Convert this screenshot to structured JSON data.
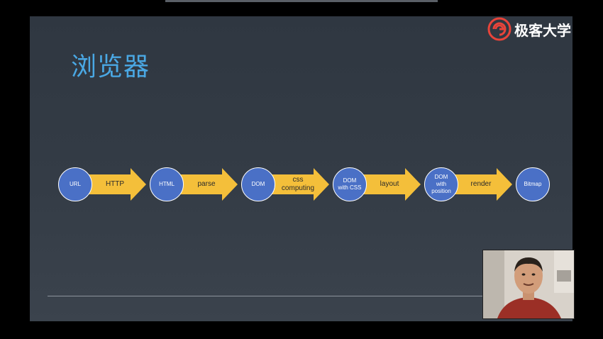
{
  "slide": {
    "title": "浏览器",
    "brand_name": "极客大学"
  },
  "pipeline": {
    "nodes": [
      "URL",
      "HTML",
      "DOM",
      "DOM\nwith CSS",
      "DOM\nwith\nposition",
      "Bitmap"
    ],
    "steps": [
      "HTTP",
      "parse",
      "css\ncomputing",
      "layout",
      "render"
    ]
  },
  "colors": {
    "title": "#4aa8e4",
    "node_fill": "#4a70c6",
    "arrow_fill": "#f4bf3a",
    "brand_logo": "#e8443a"
  },
  "webcam": {
    "icon": "presenter-video"
  }
}
